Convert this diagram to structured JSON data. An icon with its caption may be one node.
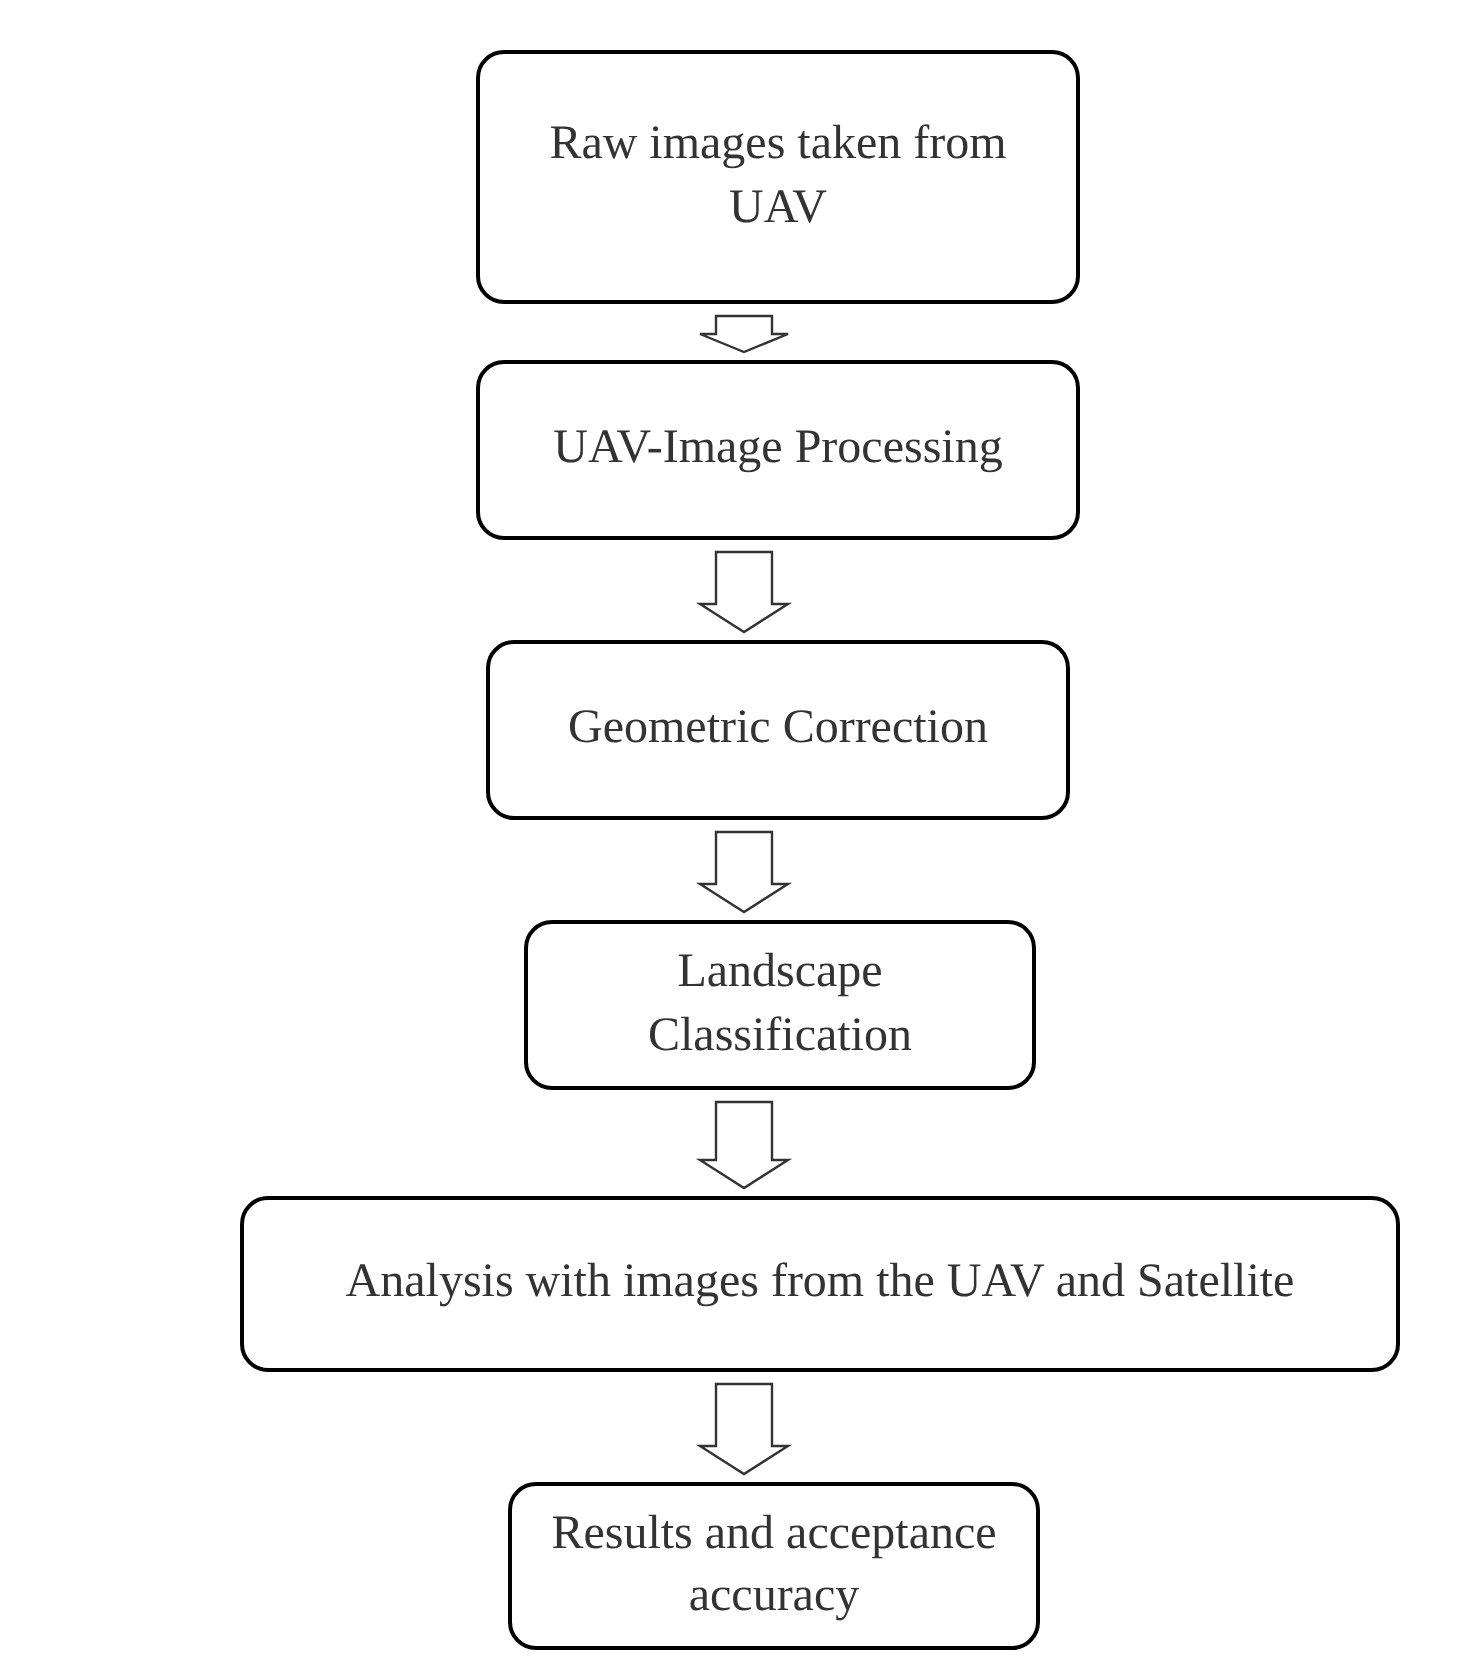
{
  "diagram": {
    "nodes": [
      {
        "text": [
          "Raw images taken from UAV"
        ]
      },
      {
        "text": [
          "UAV-Image Processing"
        ]
      },
      {
        "text": [
          "Geometric Correction"
        ]
      },
      {
        "text": [
          "Landscape Classification"
        ]
      },
      {
        "text": [
          "Analysis with images from the UAV and Satellite"
        ]
      },
      {
        "text": [
          "Results and acceptance accuracy"
        ]
      }
    ],
    "edges": [
      {
        "from": 0,
        "to": 1,
        "arrow": "to"
      },
      {
        "from": 1,
        "to": 2,
        "arrow": "to"
      },
      {
        "from": 2,
        "to": 3,
        "arrow": "to"
      },
      {
        "from": 3,
        "to": 4,
        "arrow": "to"
      },
      {
        "from": 4,
        "to": 5,
        "arrow": "to"
      }
    ]
  }
}
